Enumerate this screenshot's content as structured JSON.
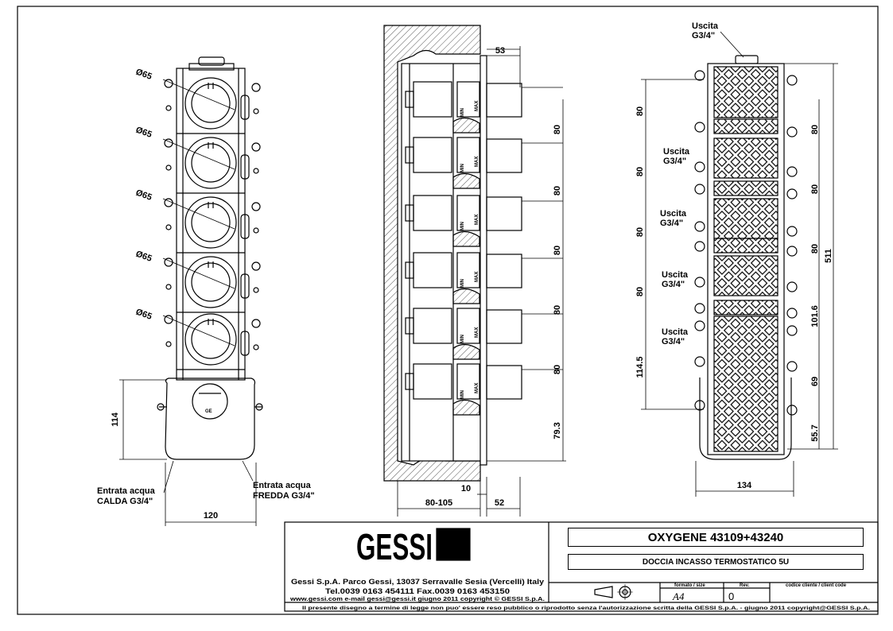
{
  "front_view": {
    "diam_labels": [
      "Ø65",
      "Ø65",
      "Ø65",
      "Ø65",
      "Ø65"
    ],
    "dim_height": "114",
    "dim_width": "120",
    "inlet_hot": {
      "line1": "Entrata acqua",
      "line2": "CALDA G3/4\""
    },
    "inlet_cold": {
      "line1": "Entrata acqua",
      "line2": "FREDDA G3/4\""
    }
  },
  "side_view": {
    "dim_top": "53",
    "dim_spacings": [
      "80",
      "80",
      "80",
      "80",
      "80"
    ],
    "dim_bottom": "79.3",
    "dim_wall": "10",
    "dim_depth": "80-105",
    "dim_front": "52",
    "max_label": "MAX",
    "min_label": "MIN"
  },
  "back_view": {
    "top_outlet": {
      "line1": "Uscita",
      "line2": "G3/4\""
    },
    "outlets": [
      {
        "line1": "Uscita",
        "line2": "G3/4\""
      },
      {
        "line1": "Uscita",
        "line2": "G3/4\""
      },
      {
        "line1": "Uscita",
        "line2": "G3/4\""
      },
      {
        "line1": "Uscita",
        "line2": "G3/4\""
      }
    ],
    "left_dims": [
      "80",
      "80",
      "80",
      "80",
      "114.5"
    ],
    "right_dims": [
      "80",
      "80",
      "80",
      "101.6",
      "69",
      "55.7"
    ],
    "total_height": "511",
    "width": "134"
  },
  "title_block": {
    "logo": "GESSI",
    "company_line": "Gessi S.p.A. Parco Gessi, 13037 Serravalle Sesia (Vercelli) Italy",
    "phone_line": "Tel.0039  0163  454111  Fax.0039  0163  453150",
    "web_line": "www.gessi.com   e-mail  gessi@gessi.it     giugno  2011    copyright © GESSI  S.p.A.",
    "product_title": "OXYGENE  43109+43240",
    "product_description": "DOCCIA INCASSO TERMOSTATICO 5U",
    "format_header": "formato / size",
    "format_value": "A4",
    "rev_header": "Rev.",
    "rev_value": "0",
    "client_code_header": "codice cliente / client code",
    "footer_note": "Il  presente  disegno  a  termine  di  legge  non  puo'  essere  reso  pubblico  o  riprodotto  senza  l'autorizzazione  scritta  della  GESSI  S.p.A.  -  giugno  2011   copyright@GESSI  S.p.A."
  },
  "colors": {
    "line": "#000000",
    "background": "#ffffff",
    "hatch": "#555555"
  }
}
